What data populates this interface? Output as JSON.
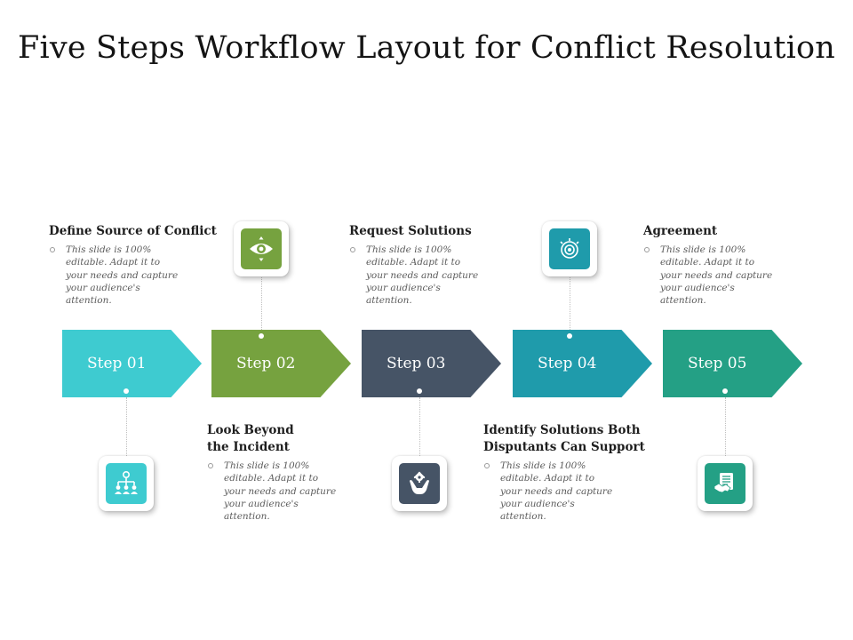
{
  "title": "Five Steps Workflow Layout for Conflict Resolution",
  "colors": {
    "step1": "#3ecbd0",
    "step2": "#76a23f",
    "step3": "#465466",
    "step4": "#1f9bab",
    "step5": "#24a085"
  },
  "steps": [
    {
      "label": "Step 01",
      "heading": "Look Beyond\nthe Incident",
      "body": "This slide is 100% editable. Adapt it to your needs and capture your audience's attention.",
      "icon": "hierarchy-icon"
    },
    {
      "label": "Step 02",
      "heading": "Define Source of Conflict",
      "body": "This slide is 100% editable. Adapt it to your needs and capture your audience's attention.",
      "icon": "eye-icon"
    },
    {
      "label": "Step 03",
      "heading": "Request Solutions",
      "body": "This slide is 100% editable. Adapt it to your needs and capture your audience's attention.",
      "icon": "hand-gear-icon"
    },
    {
      "label": "Step 04",
      "heading": "Identify Solutions Both\nDisputants Can Support",
      "body": "This slide is 100% editable. Adapt it to your needs and capture your audience's attention.",
      "icon": "target-gear-icon"
    },
    {
      "label": "Step 05",
      "heading": "Agreement",
      "body": "This slide is 100% editable. Adapt it to your needs and capture your audience's attention.",
      "icon": "contract-handshake-icon"
    }
  ]
}
